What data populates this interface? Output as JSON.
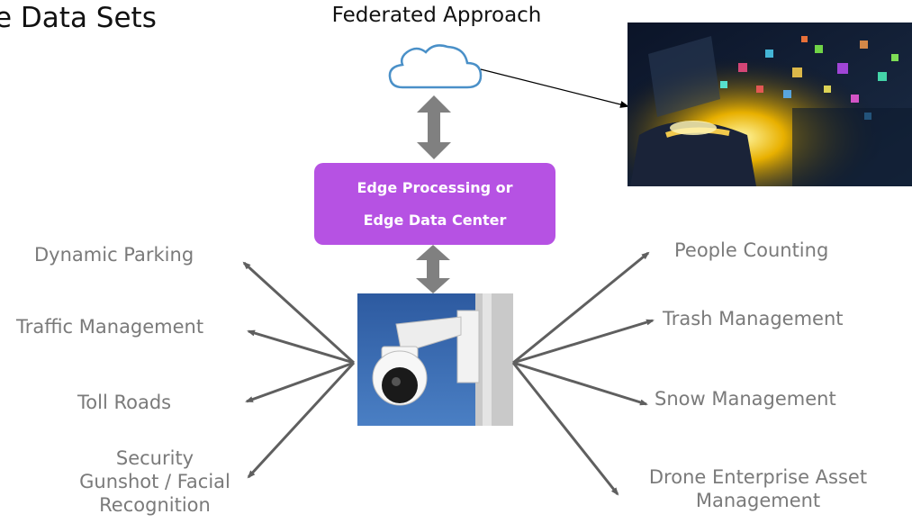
{
  "header": {
    "title": "e Data Sets"
  },
  "cloud": {
    "label": "Federated Approach"
  },
  "edge": {
    "line1": "Edge Processing or",
    "line2": "Edge Data Center"
  },
  "left_labels": {
    "parking": "Dynamic Parking",
    "traffic": "Traffic Management",
    "toll": "Toll Roads",
    "security": [
      "Security",
      "Gunshot / Facial",
      "Recognition"
    ]
  },
  "right_labels": {
    "people": "People Counting",
    "trash": "Trash Management",
    "snow": "Snow Management",
    "drone": [
      "Drone Enterprise Asset",
      "Management"
    ]
  },
  "colors": {
    "edge_box": "#b652e3",
    "arrow": "#5f5f5f",
    "connector": "#808080",
    "cloud_stroke": "#4a90c8",
    "label_text": "#7a7a7a"
  },
  "icons": {
    "cloud": "cloud-icon",
    "camera": "security-camera-photo",
    "data_hand": "data-in-hand-photo"
  }
}
